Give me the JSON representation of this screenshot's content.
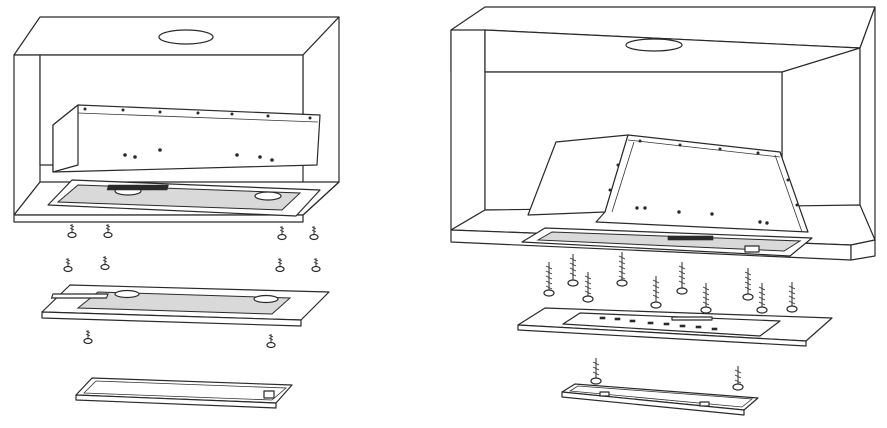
{
  "diagrams": [
    {
      "id": "left",
      "parts": [
        "cabinet",
        "insert-housing",
        "upper-screws",
        "lower-screws",
        "filter-panel",
        "panel-screws",
        "light-cover"
      ]
    },
    {
      "id": "right",
      "parts": [
        "cabinet",
        "insert-housing",
        "mounting-screws",
        "filter-panel",
        "panel-screws",
        "light-cover"
      ]
    }
  ],
  "colors": {
    "line": "#2a2a2a",
    "background": "#ffffff",
    "screw": "#2a2a2a"
  }
}
